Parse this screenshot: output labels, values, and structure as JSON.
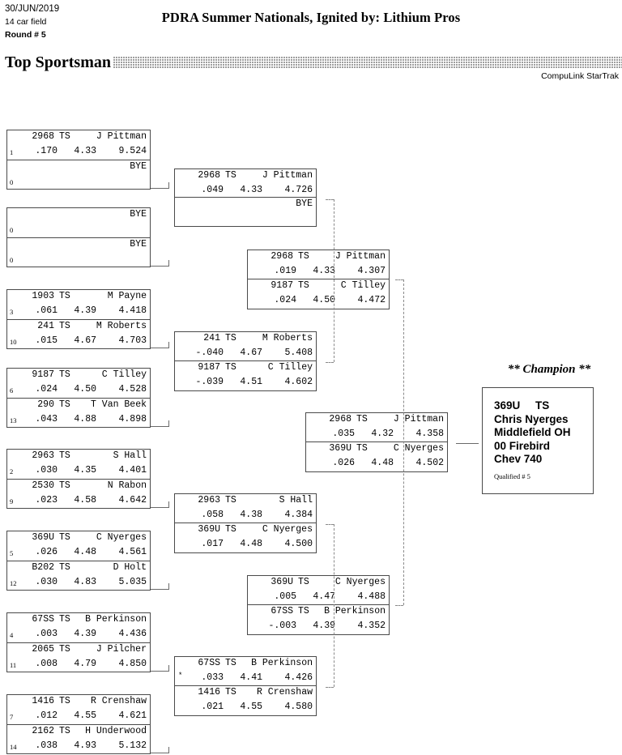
{
  "header": {
    "date": "30/JUN/2019",
    "field": "14 car field",
    "round": "Round # 5",
    "event_title": "PDRA Summer Nationals, Ignited by: Lithium Pros",
    "class_title": "Top Sportsman",
    "vendor": "CompuLink StarTrak"
  },
  "champion": {
    "label": "** Champion **",
    "car": "369U     TS",
    "name": "Chris Nyerges",
    "city": "Middlefield OH",
    "vehicle": "00 Firebird",
    "engine": "Chev 740",
    "qualified": "Qualified # 5"
  },
  "round1": [
    {
      "top": {
        "seed": "1",
        "car": "2968",
        "cls": "TS",
        "driver": "J Pittman",
        "rt": ".170",
        "sixty": "4.33",
        "et": "9.524"
      },
      "bot": {
        "seed": "0",
        "car": "",
        "cls": "",
        "driver": "BYE",
        "rt": "",
        "sixty": "",
        "et": ""
      }
    },
    {
      "top": {
        "seed": "0",
        "car": "",
        "cls": "",
        "driver": "BYE",
        "rt": "",
        "sixty": "",
        "et": ""
      },
      "bot": {
        "seed": "0",
        "car": "",
        "cls": "",
        "driver": "BYE",
        "rt": "",
        "sixty": "",
        "et": ""
      }
    },
    {
      "top": {
        "seed": "3",
        "car": "1903",
        "cls": "TS",
        "driver": "M Payne",
        "rt": ".061",
        "sixty": "4.39",
        "et": "4.418"
      },
      "bot": {
        "seed": "10",
        "car": "241",
        "cls": "TS",
        "driver": "M Roberts",
        "rt": ".015",
        "sixty": "4.67",
        "et": "4.703"
      }
    },
    {
      "top": {
        "seed": "6",
        "car": "9187",
        "cls": "TS",
        "driver": "C Tilley",
        "rt": ".024",
        "sixty": "4.50",
        "et": "4.528"
      },
      "bot": {
        "seed": "13",
        "car": "290",
        "cls": "TS",
        "driver": "T Van Beek",
        "rt": ".043",
        "sixty": "4.88",
        "et": "4.898"
      }
    },
    {
      "top": {
        "seed": "2",
        "car": "2963",
        "cls": "TS",
        "driver": "S Hall",
        "rt": ".030",
        "sixty": "4.35",
        "et": "4.401"
      },
      "bot": {
        "seed": "9",
        "car": "2530",
        "cls": "TS",
        "driver": "N Rabon",
        "rt": ".023",
        "sixty": "4.58",
        "et": "4.642"
      }
    },
    {
      "top": {
        "seed": "5",
        "car": "369U",
        "cls": "TS",
        "driver": "C Nyerges",
        "rt": ".026",
        "sixty": "4.48",
        "et": "4.561"
      },
      "bot": {
        "seed": "12",
        "car": "B202",
        "cls": "TS",
        "driver": "D Holt",
        "rt": ".030",
        "sixty": "4.83",
        "et": "5.035"
      }
    },
    {
      "top": {
        "seed": "4",
        "car": "67SS",
        "cls": "TS",
        "driver": "B Perkinson",
        "rt": ".003",
        "sixty": "4.39",
        "et": "4.436"
      },
      "bot": {
        "seed": "11",
        "car": "2065",
        "cls": "TS",
        "driver": "J Pilcher",
        "rt": ".008",
        "sixty": "4.79",
        "et": "4.850"
      }
    },
    {
      "top": {
        "seed": "7",
        "car": "1416",
        "cls": "TS",
        "driver": "R Crenshaw",
        "rt": ".012",
        "sixty": "4.55",
        "et": "4.621"
      },
      "bot": {
        "seed": "14",
        "car": "2162",
        "cls": "TS",
        "driver": "H Underwood",
        "rt": ".038",
        "sixty": "4.93",
        "et": "5.132"
      }
    }
  ],
  "round2": [
    {
      "top": {
        "car": "2968",
        "cls": "TS",
        "driver": "J Pittman",
        "rt": ".049",
        "sixty": "4.33",
        "et": "4.726",
        "mark": ""
      },
      "bot": {
        "car": "",
        "cls": "",
        "driver": "BYE",
        "rt": "",
        "sixty": "",
        "et": "",
        "mark": ""
      }
    },
    {
      "top": {
        "car": "241",
        "cls": "TS",
        "driver": "M Roberts",
        "rt": "-.040",
        "sixty": "4.67",
        "et": "5.408",
        "mark": ""
      },
      "bot": {
        "car": "9187",
        "cls": "TS",
        "driver": "C Tilley",
        "rt": "-.039",
        "sixty": "4.51",
        "et": "4.602",
        "mark": ""
      }
    },
    {
      "top": {
        "car": "2963",
        "cls": "TS",
        "driver": "S Hall",
        "rt": ".058",
        "sixty": "4.38",
        "et": "4.384",
        "mark": ""
      },
      "bot": {
        "car": "369U",
        "cls": "TS",
        "driver": "C Nyerges",
        "rt": ".017",
        "sixty": "4.48",
        "et": "4.500",
        "mark": ""
      }
    },
    {
      "top": {
        "car": "67SS",
        "cls": "TS",
        "driver": "B Perkinson",
        "rt": ".033",
        "sixty": "4.41",
        "et": "4.426",
        "mark": "*"
      },
      "bot": {
        "car": "1416",
        "cls": "TS",
        "driver": "R Crenshaw",
        "rt": ".021",
        "sixty": "4.55",
        "et": "4.580",
        "mark": ""
      }
    }
  ],
  "round3": [
    {
      "top": {
        "car": "2968",
        "cls": "TS",
        "driver": "J Pittman",
        "rt": ".019",
        "sixty": "4.33",
        "et": "4.307"
      },
      "bot": {
        "car": "9187",
        "cls": "TS",
        "driver": "C Tilley",
        "rt": ".024",
        "sixty": "4.50",
        "et": "4.472"
      }
    },
    {
      "top": {
        "car": "369U",
        "cls": "TS",
        "driver": "C Nyerges",
        "rt": ".005",
        "sixty": "4.47",
        "et": "4.488"
      },
      "bot": {
        "car": "67SS",
        "cls": "TS",
        "driver": "B Perkinson",
        "rt": "-.003",
        "sixty": "4.39",
        "et": "4.352"
      }
    }
  ],
  "final": {
    "top": {
      "car": "2968",
      "cls": "TS",
      "driver": "J Pittman",
      "rt": ".035",
      "sixty": "4.32",
      "et": "4.358"
    },
    "bot": {
      "car": "369U",
      "cls": "TS",
      "driver": "C Nyerges",
      "rt": ".026",
      "sixty": "4.48",
      "et": "4.502"
    }
  }
}
